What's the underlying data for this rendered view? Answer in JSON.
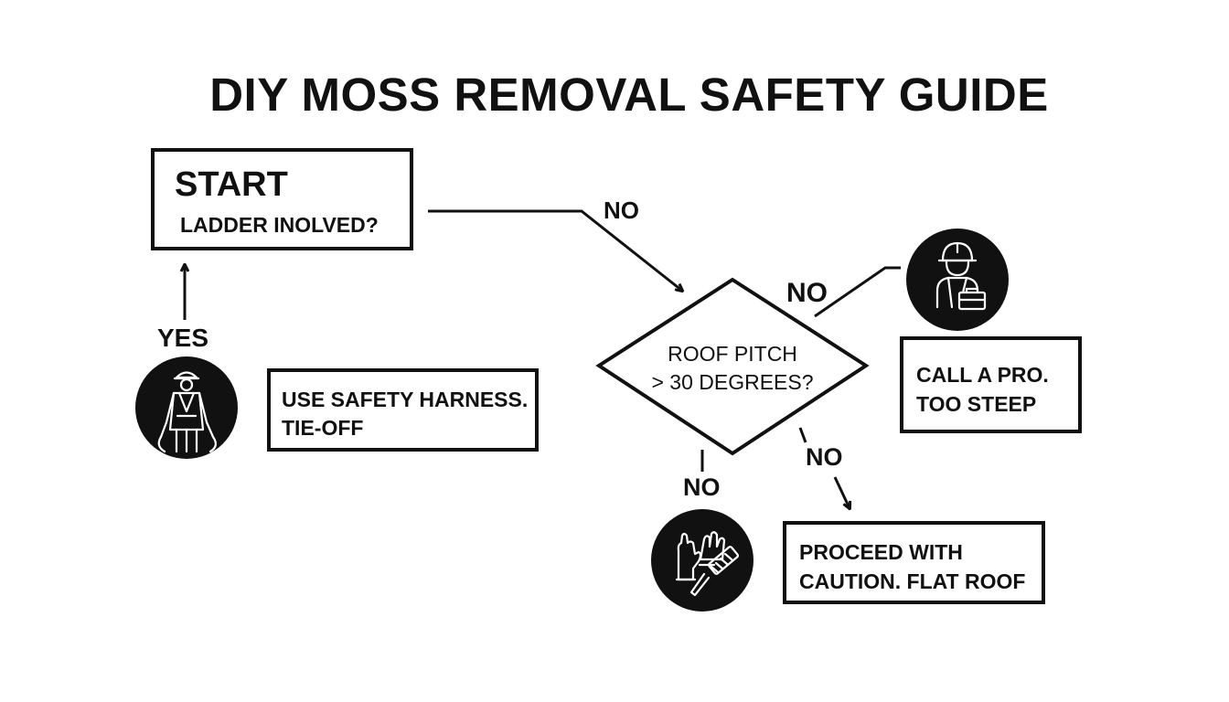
{
  "title": "DIY MOSS REMOVAL SAFETY GUIDE",
  "start": {
    "heading": "START",
    "question": "LADDER INOLVED?"
  },
  "decision": {
    "line1": "ROOF PITCH",
    "line2": "> 30 DEGREES?"
  },
  "harness_box": {
    "line1": "USE SAFETY HARNESS.",
    "line2": "TIE-OFF"
  },
  "pro_box": {
    "line1": "CALL A PRO.",
    "line2": "TOO STEEP"
  },
  "proceed_box": {
    "line1": "PROCEED WITH",
    "line2": "CAUTION. FLAT ROOF"
  },
  "edge_labels": {
    "start_to_decision": "NO",
    "decision_to_pro": "NO",
    "decision_down_left": "NO",
    "decision_down_right": "NO",
    "harness_to_start": "YES"
  },
  "icons": {
    "harness_worker": "safety-harness-worker-icon",
    "roofing_pro": "hard-hat-worker-with-toolbox-icon",
    "gloves_brush": "gloves-and-scrub-brush-icon"
  },
  "colors": {
    "ink": "#111111",
    "background": "#ffffff"
  }
}
